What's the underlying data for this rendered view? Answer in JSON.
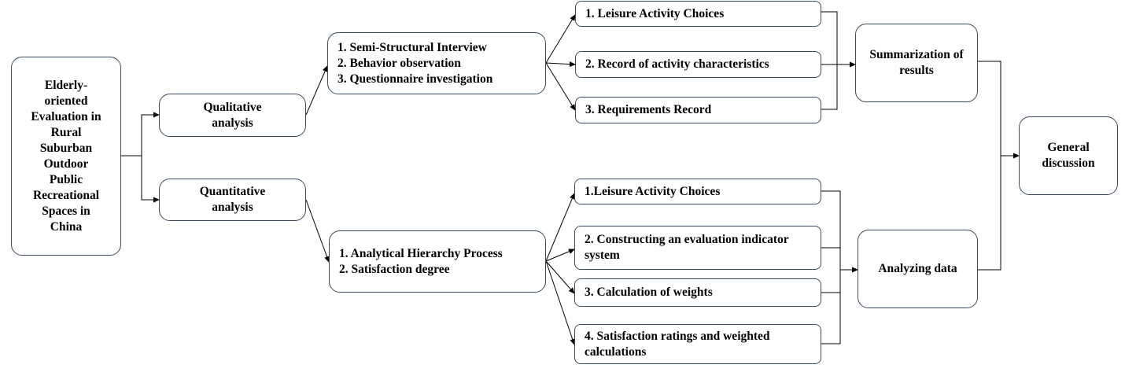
{
  "nodes": {
    "root": "Elderly-oriented Evaluation in Rural Suburban Outdoor Public Recreational Spaces in China",
    "qualitative": "Qualitative analysis",
    "quantitative": "Quantitative analysis",
    "qual_methods": [
      "1. Semi-Structural Interview",
      "2. Behavior observation",
      "3. Questionnaire investigation"
    ],
    "quant_methods": [
      "1. Analytical Hierarchy Process",
      "2. Satisfaction degree"
    ],
    "qual_steps": [
      "1. Leisure Activity Choices",
      "2. Record of activity characteristics",
      "3. Requirements Record"
    ],
    "quant_steps": [
      "1.Leisure Activity Choices",
      "2. Constructing an evaluation indicator system",
      "3. Calculation of weights",
      "4. Satisfaction ratings and weighted calculations"
    ],
    "summarization": "Summarization of results",
    "analyzing": "Analyzing data",
    "discussion": "General discussion"
  }
}
